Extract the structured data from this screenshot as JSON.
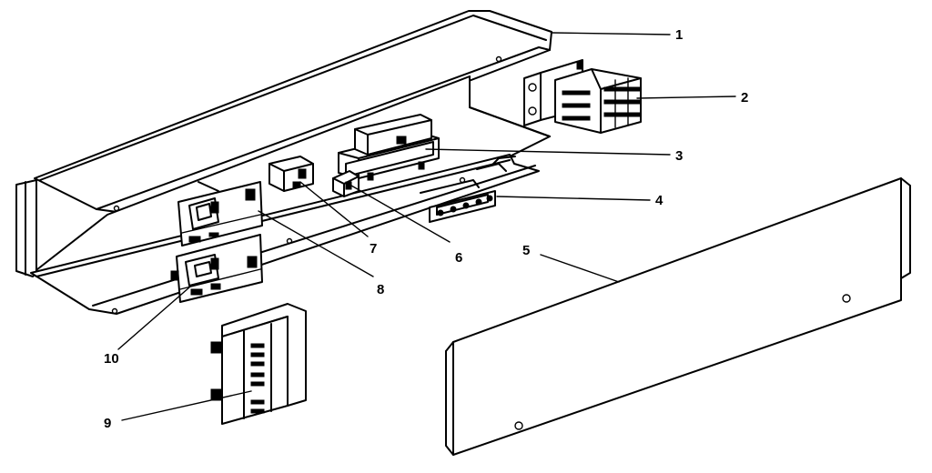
{
  "diagram": {
    "type": "exploded-parts-view",
    "callouts": [
      {
        "number": "1"
      },
      {
        "number": "2"
      },
      {
        "number": "3"
      },
      {
        "number": "4"
      },
      {
        "number": "5"
      },
      {
        "number": "6"
      },
      {
        "number": "7"
      },
      {
        "number": "8"
      },
      {
        "number": "9"
      },
      {
        "number": "10"
      }
    ]
  },
  "colors": {
    "line": "#000000",
    "background": "#ffffff"
  }
}
